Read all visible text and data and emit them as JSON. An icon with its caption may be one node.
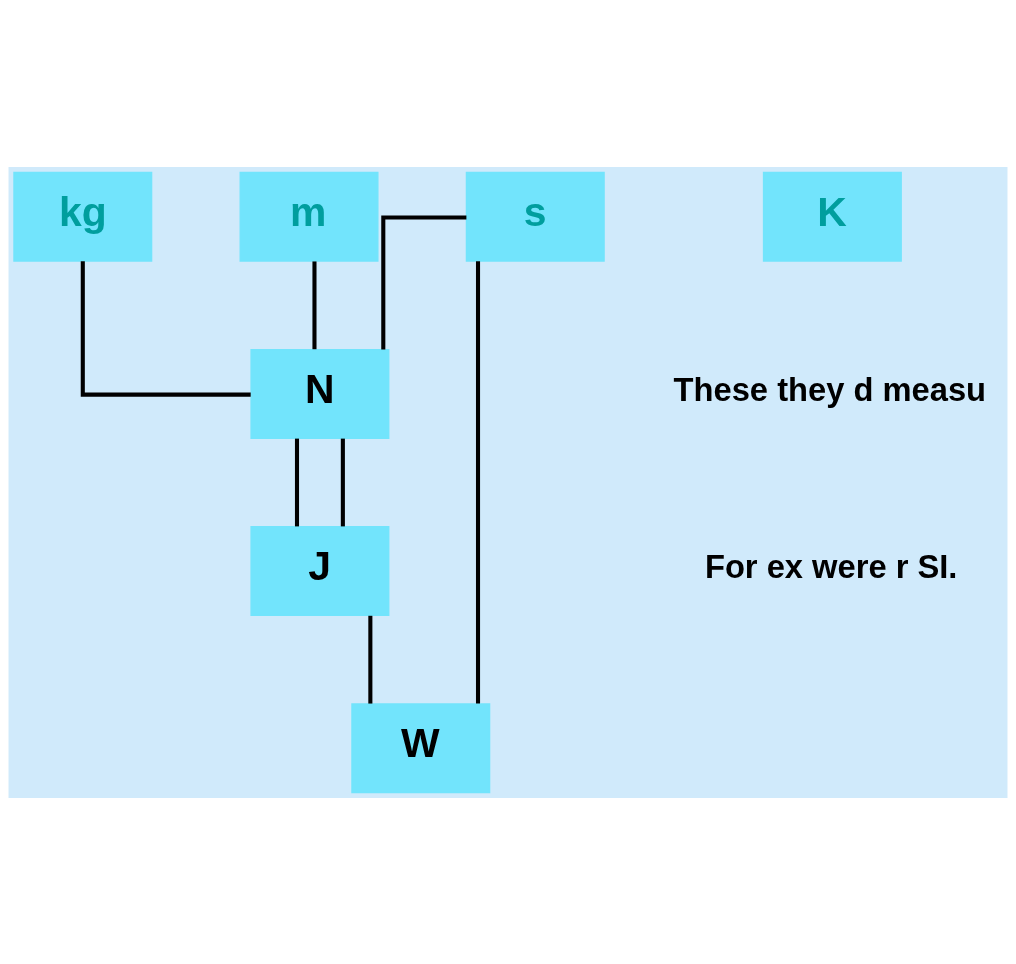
{
  "diagram": {
    "nodes": [
      {
        "text": [
          "kg"
        ]
      },
      {
        "text": [
          "m"
        ]
      },
      {
        "text": [
          "s"
        ]
      },
      {
        "text": [
          "K"
        ]
      },
      {
        "text": [
          "N"
        ]
      },
      {
        "text": [
          "J"
        ]
      },
      {
        "text": [
          "W"
        ]
      }
    ],
    "edges": [
      {
        "from": 0,
        "to": 4,
        "arrow": "none"
      },
      {
        "from": 1,
        "to": 4,
        "arrow": "none"
      },
      {
        "from": 2,
        "to": 4,
        "arrow": "none"
      },
      {
        "from": 2,
        "to": 6,
        "arrow": "none"
      },
      {
        "from": 4,
        "to": 5,
        "arrow": "none"
      },
      {
        "from": 4,
        "to": 5,
        "arrow": "none"
      },
      {
        "from": 5,
        "to": 6,
        "arrow": "none"
      }
    ],
    "labels": [
      "These they d measu",
      "For ex were r SI."
    ]
  }
}
